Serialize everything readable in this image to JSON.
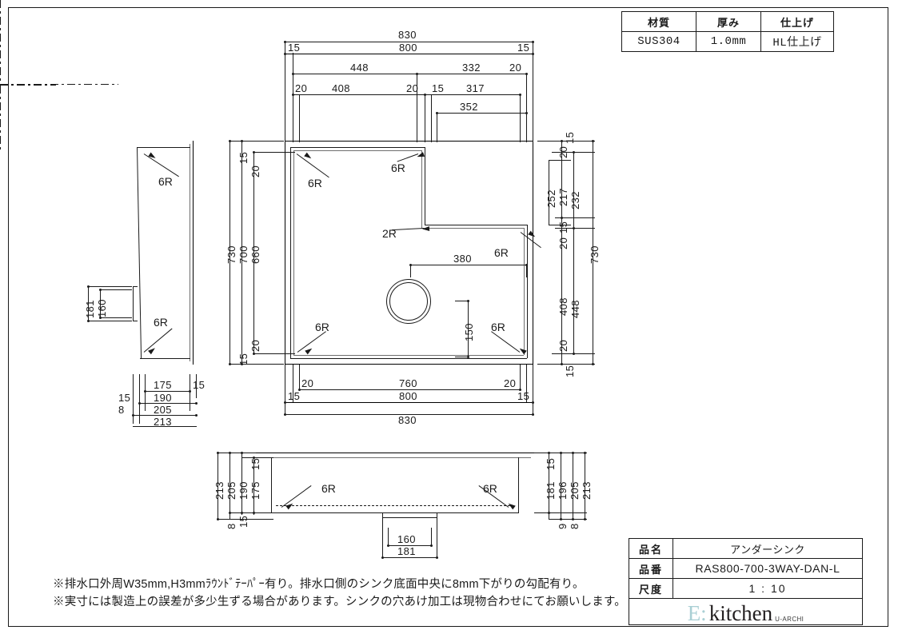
{
  "drawing": {
    "title": "アンダーシンク technical drawing",
    "material_table": {
      "headers": [
        "材質",
        "厚み",
        "仕上げ"
      ],
      "values": [
        "SUS304",
        "1.0mm",
        "HL仕上げ"
      ]
    },
    "title_block": {
      "rows": [
        {
          "label": "品名",
          "value": "アンダーシンク"
        },
        {
          "label": "品番",
          "value": "RAS800-700-3WAY-DAN-L"
        },
        {
          "label": "尺度",
          "value": "1 : 10"
        }
      ],
      "logo": {
        "prefix": "E:",
        "name": "kitchen",
        "sub": "U-ARCHI"
      }
    },
    "notes": [
      "※排水口外周W35mm,H3mmﾗｳﾝﾄﾞﾃｰﾊﾟｰ有り。排水口側のシンク底面中央に8mm下がりの勾配有り。",
      "※実寸には製造上の誤差が多少生ずる場合があります。シンクの穴あけ加工は現物合わせにてお願いします。"
    ],
    "views": {
      "plan": {
        "name": "plan-view",
        "top_dims": [
          "830",
          "15",
          "800",
          "15",
          "448",
          "332",
          "20",
          "20",
          "408",
          "20",
          "15",
          "317",
          "352"
        ],
        "bottom_dims": [
          "20",
          "760",
          "20",
          "15",
          "800",
          "15",
          "830"
        ],
        "left_dims": [
          "730",
          "15",
          "700",
          "15",
          "20",
          "660",
          "20"
        ],
        "right_dims": [
          "15",
          "20",
          "252",
          "217",
          "232",
          "15",
          "20",
          "730",
          "408",
          "448",
          "20",
          "15"
        ],
        "drain_dims": [
          "380",
          "150"
        ],
        "radii": [
          "6R",
          "6R",
          "2R",
          "6R",
          "6R",
          "6R"
        ]
      },
      "side": {
        "name": "side-view",
        "radii": [
          "6R",
          "6R"
        ],
        "height_dims": [
          "181",
          "160"
        ],
        "depth_dims": [
          "175",
          "15",
          "15",
          "190",
          "8",
          "205",
          "213"
        ]
      },
      "front": {
        "name": "front-elevation",
        "radii": [
          "6R",
          "6R"
        ],
        "left_dims": [
          "213",
          "205",
          "190",
          "175",
          "15",
          "15",
          "8"
        ],
        "right_dims": [
          "15",
          "181",
          "196",
          "205",
          "213",
          "9",
          "8"
        ],
        "bottom_dims": [
          "160",
          "181"
        ]
      }
    },
    "labels": {
      "d830": "830",
      "d800": "800",
      "d760": "760",
      "d730": "730",
      "d700": "700",
      "d660": "660",
      "d448": "448",
      "d408": "408",
      "d380": "380",
      "d352": "352",
      "d332": "332",
      "d317": "317",
      "d252": "252",
      "d232": "232",
      "d217": "217",
      "d213": "213",
      "d205": "205",
      "d196": "196",
      "d190": "190",
      "d181": "181",
      "d175": "175",
      "d160": "160",
      "d150": "150",
      "d20": "20",
      "d15": "15",
      "d9": "9",
      "d8": "8",
      "r6": "6R",
      "r2": "2R"
    },
    "colors": {
      "line": "#1a1a1a",
      "thin": "#6e6e6e",
      "logo_accent": "#a9cfd4",
      "background": "#ffffff"
    }
  }
}
